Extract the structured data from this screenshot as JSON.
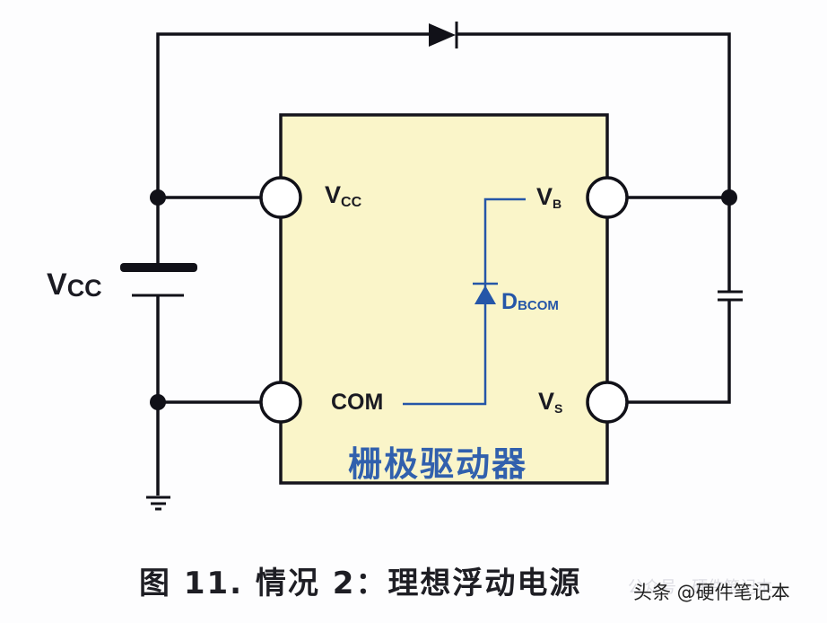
{
  "diagram": {
    "title": "理想浮动电源电路图",
    "block_label": "栅极驱动器",
    "source_label": {
      "main": "V",
      "sub": "CC"
    },
    "pins": {
      "vcc": {
        "main": "V",
        "sub": "CC"
      },
      "com": {
        "main": "COM"
      },
      "vb": {
        "main": "V",
        "sub": "B"
      },
      "vs": {
        "main": "V",
        "sub": "S"
      }
    },
    "internal_diode_label": {
      "main": "D",
      "sub": "BCOM"
    },
    "colors": {
      "wire": "#111118",
      "block_fill": "#faf5c9",
      "block_border": "#15141c",
      "internal": "#2556a8",
      "block_text": "#3160ad"
    }
  },
  "caption": {
    "text": "图 11. 情况 2：理想浮动电源"
  },
  "watermark": {
    "text": "头条 @硬件笔记本",
    "ghost": "公众号 · 硬件笔记本"
  }
}
